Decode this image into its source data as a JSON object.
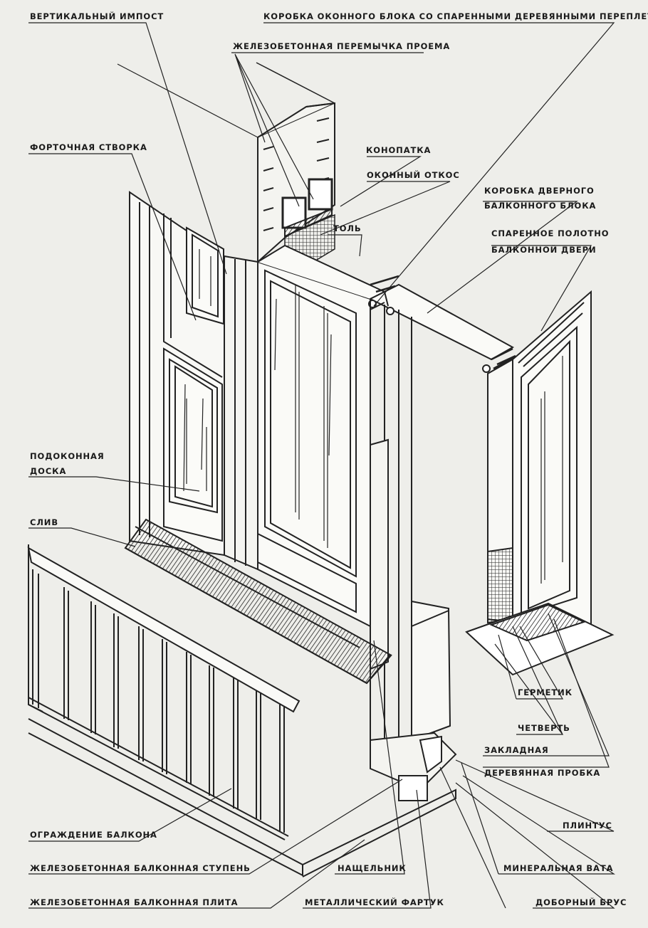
{
  "labels": {
    "vertical_impost": "ВЕРТИКАЛЬНЫЙ ИМПОСТ",
    "window_box": "КОРОБКА ОКОННОГО БЛОКА СО СПАРЕННЫМИ ДЕРЕВЯННЫМИ ПЕРЕПЛЕТАМИ",
    "lintel": "ЖЕЛЕЗОБЕТОННАЯ ПЕРЕМЫЧКА ПРОЕМА",
    "vent_sash": "ФОРТОЧНАЯ СТВОРКА",
    "caulking": "КОНОПАТКА",
    "window_reveal": "ОКОННЫЙ ОТКОС",
    "roofing_felt": "ТОЛЬ",
    "door_box_1": "КОРОБКА ДВЕРНОГО",
    "door_box_2": "БАЛКОННОГО БЛОКА",
    "door_leaf_1": "СПАРЕННОЕ ПОЛОТНО",
    "door_leaf_2": "БАЛКОННОЙ ДВЕРИ",
    "sill_board_1": "ПОДОКОННАЯ",
    "sill_board_2": "ДОСКА",
    "drip": "СЛИВ",
    "sealant": "ГЕРМЕТИК",
    "quarter": "ЧЕТВЕРТЬ",
    "plug_1": "ЗАКЛАДНАЯ",
    "plug_2": "ДЕРЕВЯННАЯ ПРОБКА",
    "plinth": "ПЛИНТУС",
    "railing": "ОГРАЖДЕНИЕ БАЛКОНА",
    "step": "ЖЕЛЕЗОБЕТОННАЯ БАЛКОННАЯ СТУПЕНЬ",
    "cover_strip": "НАЩЕЛЬНИК",
    "mineral_wool": "МИНЕРАЛЬНАЯ ВАТА",
    "slab": "ЖЕЛЕЗОБЕТОННАЯ БАЛКОННАЯ ПЛИТА",
    "metal_apron": "МЕТАЛЛИЧЕСКИЙ ФАРТУК",
    "extra_bar": "ДОБОРНЫЙ БРУС"
  }
}
